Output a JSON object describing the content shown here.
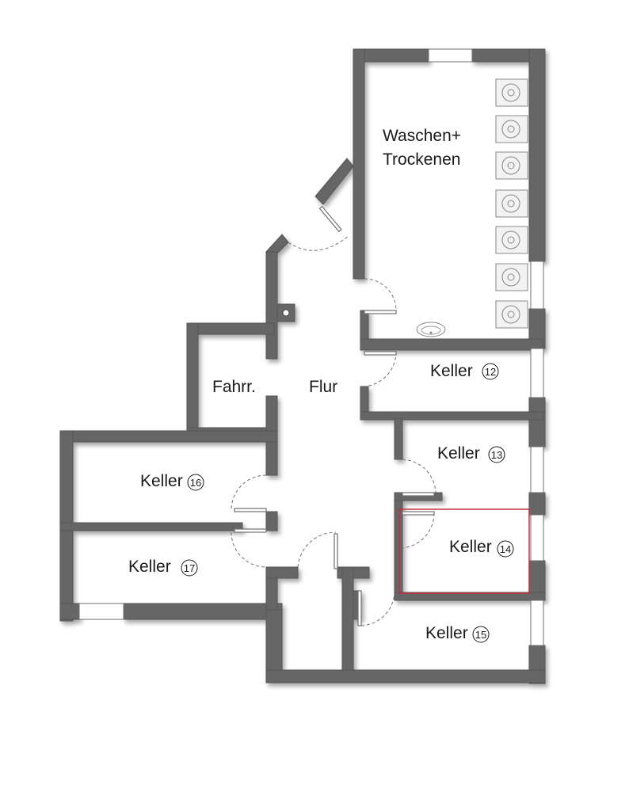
{
  "rooms": {
    "waschen_line1": "Waschen+",
    "waschen_line2": "Trockenen",
    "fahrr": "Fahrr.",
    "flur": "Flur",
    "keller12": {
      "label": "Keller",
      "number": "12"
    },
    "keller13": {
      "label": "Keller",
      "number": "13"
    },
    "keller14": {
      "label": "Keller",
      "number": "14"
    },
    "keller15": {
      "label": "Keller",
      "number": "15"
    },
    "keller16": {
      "label": "Keller",
      "number": "16"
    },
    "keller17": {
      "label": "Keller",
      "number": "17"
    }
  },
  "colors": {
    "wall": "#666666",
    "highlight": "#c0323e"
  },
  "icons": [
    "washing-machine-icon",
    "sink-icon",
    "door-icon",
    "window-icon"
  ]
}
